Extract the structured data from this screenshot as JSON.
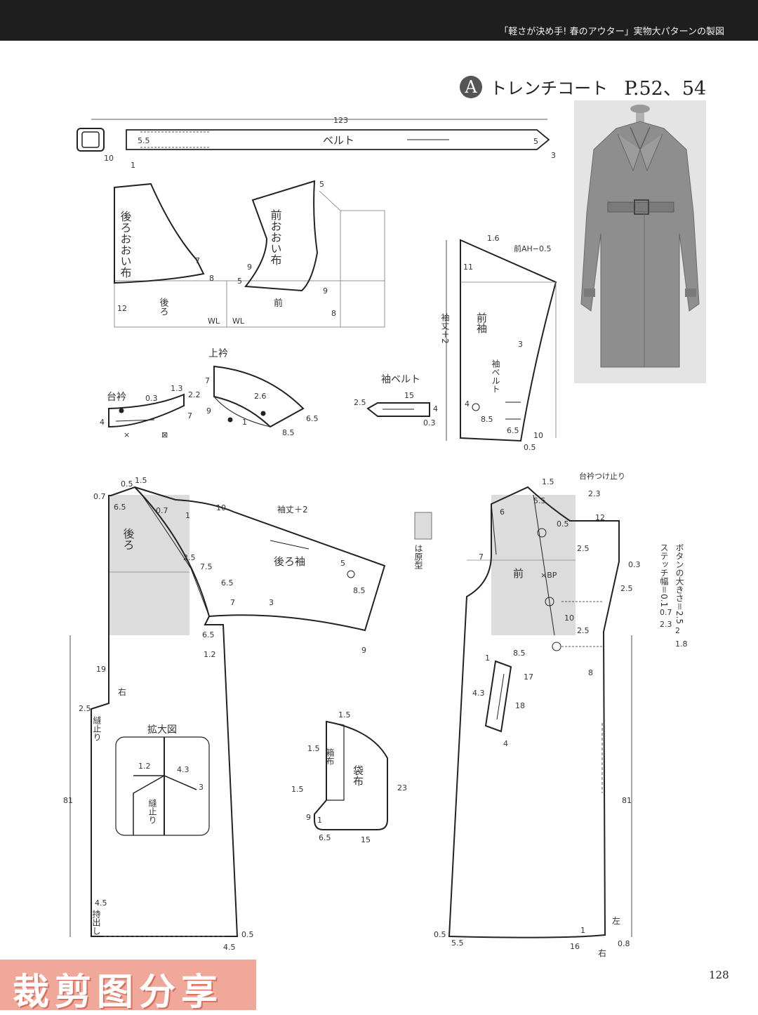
{
  "header": {
    "running_title": "「軽さが決め手! 春のアウター」実物大パターンの製図"
  },
  "title": {
    "badge": "A",
    "name": "トレンチコート",
    "pages": "P.52、54"
  },
  "photo": {
    "alt": "トレンチコート着用写真"
  },
  "page_number": "128",
  "watermark": "裁剪图分享",
  "pieces": {
    "belt": {
      "name": "ベルト",
      "length": "123",
      "width": "5.5",
      "buckle_width": "10",
      "buckle_offset": "1",
      "tip_a": "5",
      "tip_b": "3"
    },
    "back_flap": {
      "name": "後ろおおい布",
      "m1": "7",
      "m2": "8"
    },
    "front_flap": {
      "name": "前おおい布",
      "m1": "5",
      "m2": "9",
      "m3": "5",
      "m4": "9",
      "m5": "8"
    },
    "yoke_ref": {
      "back": "後ろ",
      "front": "前",
      "m12": "12",
      "wl_left": "WL",
      "wl_right": "WL"
    },
    "collar_stand": {
      "name": "台衿",
      "m1": "1.3",
      "m2": "0.3",
      "m3": "2.2",
      "m4": "4",
      "m5": "7",
      "cross": "×",
      "mark": "⊠"
    },
    "upper_collar": {
      "name": "上衿",
      "m1": "7",
      "m2": "9",
      "m3": "2.6",
      "m4": "1",
      "m5": "6.5",
      "m6": "8.5"
    },
    "sleeve_belt": {
      "name": "袖ベルト",
      "m1": "15",
      "m2": "2.5",
      "m3": "4",
      "m4": "0.3"
    },
    "front_sleeve": {
      "name": "前袖",
      "m1": "1.6",
      "m2": "前AH−0.5",
      "m3": "11",
      "m4": "3",
      "m5": "4",
      "m6": "8.5",
      "m7": "6.5",
      "m8": "10",
      "m9": "0.5",
      "length_label": "袖丈＋2",
      "belt_label": "袖ベルト"
    },
    "back_body": {
      "back_label": "後ろ",
      "sleeve_label": "後ろ袖",
      "sleeve_length": "袖丈＋2",
      "m_05": "0.5",
      "m_15": "1.5",
      "m_07a": "0.7",
      "m_65a": "6.5",
      "m_07b": "0.7",
      "m_10": "10",
      "m_1": "1",
      "m_25": "2.5",
      "m_75": "7.5",
      "m_5": "5",
      "m_85": "8.5",
      "m_65b": "6.5",
      "m_7": "7",
      "m_3": "3",
      "m_65c": "6.5",
      "m_12": "1.2",
      "m_9": "9",
      "m_19": "19",
      "m_25b": "2.5",
      "right_mark": "右",
      "vent_stop": "縫止り",
      "len_81": "81",
      "m_45": "4.5",
      "overlap": "持出し",
      "hem_05": "0.5",
      "hem_45": "4.5",
      "zoom_title": "拡大図",
      "zoom_12": "1.2",
      "zoom_43": "4.3",
      "zoom_3": "3",
      "zoom_stop": "縫止り"
    },
    "pocket": {
      "bag": "袋布",
      "box": "箱布",
      "m15a": "1.5",
      "m15b": "1.5",
      "m15c": "1.5",
      "m9": "9",
      "m1": "1",
      "m65": "6.5",
      "m15": "15",
      "m23": "23"
    },
    "legend": {
      "swatch_label": "は原型"
    },
    "front_body": {
      "front_label": "前",
      "bp": "×BP",
      "collar_stop": "台衿つけ止り",
      "m15": "1.5",
      "m55": "5.5",
      "m6": "6",
      "m23": "2.3",
      "m05": "0.5",
      "m12": "12",
      "m25a": "2.5",
      "m7": "7",
      "m03": "0.3",
      "m25b": "2.5",
      "m10": "10",
      "m25c": "2.5",
      "m85": "8.5",
      "m1": "1",
      "m17": "17",
      "m8": "8",
      "m43": "4.3",
      "m18": "18",
      "m4": "4",
      "len_81": "81",
      "hem_05": "0.5",
      "hem_55": "5.5",
      "hem_1": "1",
      "hem_16": "16",
      "left": "左",
      "right": "右",
      "m08": "0.8"
    },
    "notes": {
      "button_size": "ボタンの大きさ＝2.5",
      "button_size_2": "2",
      "button_size_3": "1.8",
      "stitch_width": "ステッチ幅＝0.1",
      "stitch_2": "0.7",
      "stitch_3": "2.3"
    }
  }
}
